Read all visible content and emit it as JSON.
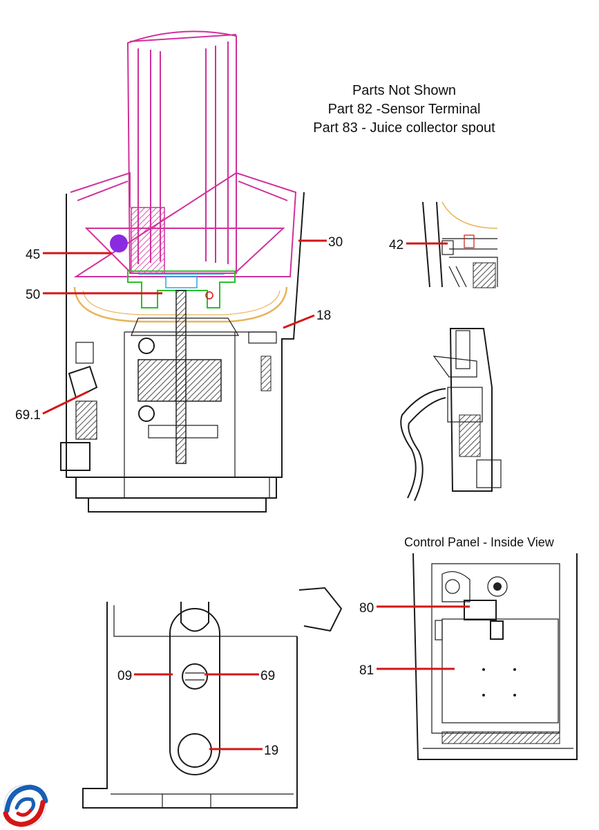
{
  "notes": {
    "heading": "Parts Not Shown",
    "line1": "Part 82 -Sensor Terminal",
    "line2": "Part 83 - Juice collector spout"
  },
  "panel_title": "Control Panel - Inside View",
  "callouts": {
    "c45": "45",
    "c50": "50",
    "c30": "30",
    "c18": "18",
    "c42": "42",
    "c691": "69.1",
    "c80": "80",
    "c81": "81",
    "c09": "09",
    "c69": "69",
    "c19": "19"
  },
  "colors": {
    "leader": "#d41616",
    "feed_tube": "#d0309b",
    "coupling": "#2bbf2b",
    "bowl": "#e8b45a",
    "blade": "#2aa8d8",
    "accent": "#8a2be2"
  },
  "logo_icon": "swirl-logo-icon"
}
